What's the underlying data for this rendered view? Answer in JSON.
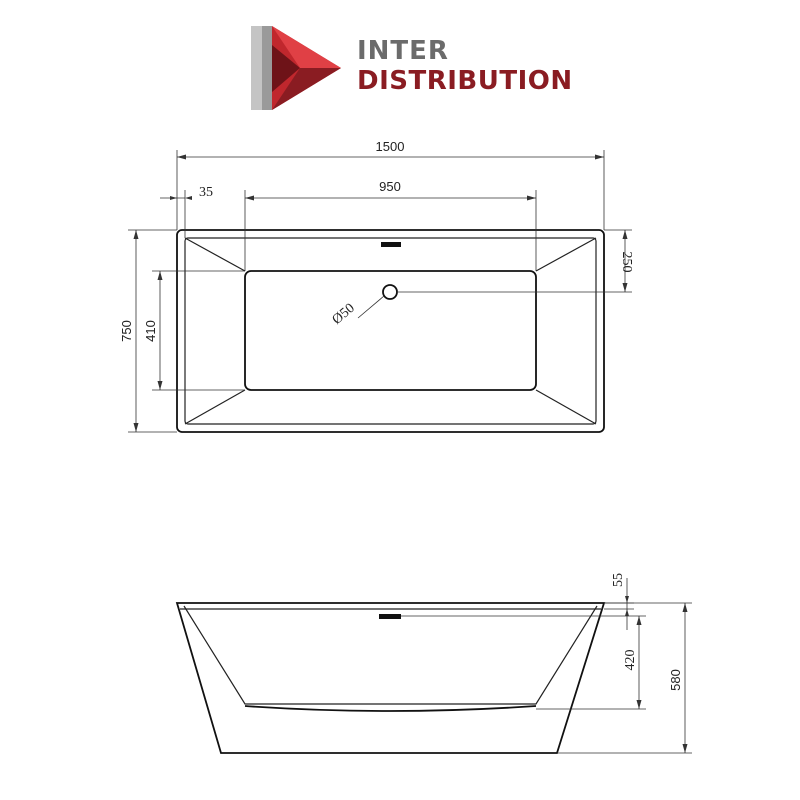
{
  "brand": {
    "line1": "INTER",
    "line2": "DISTRIBUTION",
    "colors": {
      "gray": "#6b6b6b",
      "red": "#8a1c22",
      "red_light": "#c0272d"
    }
  },
  "top_view": {
    "overall_length": "1500",
    "rim_offset": "35",
    "inner_length": "950",
    "overall_width": "750",
    "inner_width": "410",
    "drain_offset": "250",
    "drain_diameter": "Ø50"
  },
  "side_view": {
    "rim_thickness": "55",
    "inner_depth": "420",
    "overall_height": "580"
  }
}
